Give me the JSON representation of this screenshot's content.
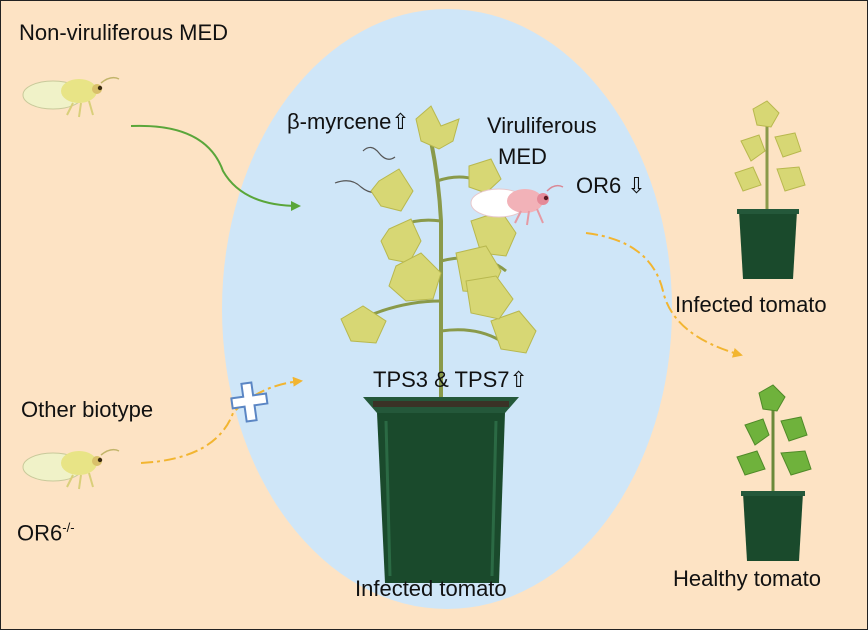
{
  "labels": {
    "non_viruliferous": "Non-viruliferous MED",
    "beta_myrcene": "β-myrcene",
    "viruliferous_line1": "Viruliferous",
    "viruliferous_line2": "MED",
    "or6": "OR6",
    "tps": "TPS3 & TPS7",
    "other_biotype": "Other biotype",
    "or6_knockout_base": "OR6",
    "or6_knockout_sup": "-/-",
    "infected_center": "Infected tomato",
    "infected_right": "Infected tomato",
    "healthy": "Healthy tomato"
  },
  "arrows": {
    "up": "⇧",
    "down": "⇩"
  },
  "colors": {
    "background": "#fde3c4",
    "ellipse": "#cfe6f8",
    "green_arrow": "#5aa63a",
    "dashed_arrow": "#f2b531",
    "cross": "#5b86c4",
    "pot": "#1a4a2c",
    "infected_leaf": "#d7d774",
    "healthy_leaf": "#6fb23c",
    "whitefly": "#f0f2c8",
    "viruliferous_whitefly": "#f2b2b8"
  }
}
